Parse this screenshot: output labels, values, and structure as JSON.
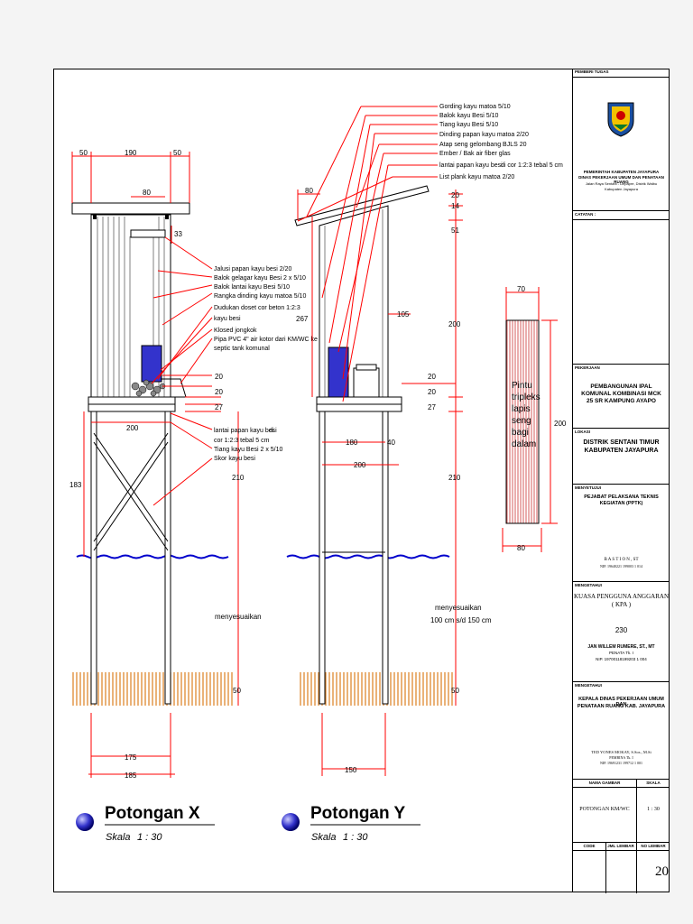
{
  "section_x": {
    "title": "Potongan X",
    "scale_label": "Skala",
    "scale_value": "1 : 30",
    "dims": {
      "top_left": "50",
      "top_mid": "190",
      "top_right": "50",
      "inner": "80",
      "roof_h": "33",
      "floor_w": "200",
      "height": "183",
      "leg_h": "210",
      "bottom_w1": "175",
      "bottom_w2": "185",
      "right_50": "50",
      "side_20a": "20",
      "side_20b": "20",
      "side_27": "27"
    },
    "labels": [
      "Jalusi papan kayu besi 2/20",
      "Balok gelagar kayu Besi 2 x 5/10",
      "Balok lantai kayu Besi 5/10",
      "Rangka dinding kayu matoa 5/10",
      "Dudukan doset cor beton 1:2:3",
      "kayu besi",
      "Klosed jongkok",
      "Pipa PVC 4\" air kotor dari KM/WC ke",
      "septic tank komunal"
    ],
    "labels_lower": [
      "lantai papan kayu besi",
      "di",
      "cor 1:2:3 tebal 5 cm",
      "Tiang kayu Besi 2 x 5/10",
      "Skor kayu besi"
    ],
    "menyesuaikan": "menyesuaikan"
  },
  "section_y": {
    "title": "Potongan Y",
    "scale_label": "Skala",
    "scale_value": "1 : 30",
    "dims": {
      "left_80": "80",
      "h_20": "20",
      "h_14": "14",
      "h_51": "51",
      "h_267": "267",
      "h_105": "105",
      "h_200": "200",
      "h_20a": "20",
      "h_20b": "20",
      "h_27": "27",
      "w_180": "180",
      "w_40": "40",
      "w_200": "200",
      "h_210": "210",
      "h_50": "50",
      "w_150": "150"
    },
    "labels": [
      "Gording kayu matoa 5/10",
      "Balok kayu Besi 5/10",
      "Tiang kayu Besi 5/10",
      "Dinding papan kayu matoa 2/20",
      "Atap seng gelombang BJLS 20",
      "Ember / Bak air fiber glas",
      "lantai papan kayu besi",
      "di cor 1:2:3 tebal 5 cm",
      "List plank kayu matoa 2/20"
    ],
    "menyesuaikan": "menyesuaikan",
    "range": "100 cm s/d 150 cm"
  },
  "door": {
    "w_top": "70",
    "h": "200",
    "w_bottom": "80",
    "note": [
      "Pintu",
      "tripleks",
      "lapis",
      "seng",
      "bagi",
      "dalam"
    ]
  },
  "fractions": {
    "num": "1",
    "den": "2"
  },
  "title_block": {
    "pemberi_tugas_label": "PEMBERI TUGAS",
    "gov_line1": "PEMERINTAH KABUPATEN JAYAPURA",
    "gov_line2": "DINAS PEKERJAAN UMUM DAN PENATAAN RUANG",
    "address1": "Jalan Raya Sentani - Depapre, Distrik Waibu",
    "address2": "Kabupaten Jayapura",
    "catatan_label": "CATATAN :",
    "pekerjaan_label": "PEKERJAAN",
    "pekerjaan": [
      "PEMBANGUNAN IPAL",
      "KOMUNAL KOMBINASI MCK",
      "25 SR KAMPUNG AYAPO"
    ],
    "lokasi_label": "LOKASI",
    "lokasi": [
      "DISTRIK SENTANI TIMUR",
      "KABUPATEN JAYAPURA"
    ],
    "menyetujui_label": "MENYETUJUI",
    "pptk": [
      "PEJABAT PELAKSANA TEKNIS",
      "KEGIATAN (PPTK)"
    ],
    "pptk_name": "B A S T I O N , ST",
    "pptk_nip": "NIP. 19640221 199003 1 014",
    "mengetahui_label": "MENGETAHUI",
    "kpa": [
      "KUASA PENGGUNA ANGGARAN",
      "( KPA )"
    ],
    "kpa_name": "JAN WILLEM RUMERE, ST., MT",
    "kpa_rank": "PENATA Tk. I",
    "kpa_nip": "NIP. 19700118199203 1 004",
    "mengetahui2_label": "MENGETAHUI",
    "kadis": [
      "KEPALA DINAS PEKERJAAN UMUM DAN",
      "PENATAAN RUANG KAB. JAYAPURA"
    ],
    "kadis_name": "TED YONES MOKAY, S.Sos., M.Si",
    "kadis_rank": "PEMBINA Tk. I",
    "kadis_nip": "NIP. 19691231 199712 1 001",
    "nama_gambar_label": "NAMA GAMBAR",
    "skala_label": "SKALA",
    "nama_gambar": "POTONGAN KM/WC",
    "skala": "1 : 30",
    "code_label": "CODE",
    "jml_label": "JML LEMBAR",
    "no_label": "NO LEMBAR",
    "no_lembar": "20",
    "box_230": "230"
  },
  "colors": {
    "dim": "#ff0000",
    "tank": "#3333cc",
    "water": "#0000cc",
    "soil": "#f0b070",
    "door": "#cc3333"
  }
}
